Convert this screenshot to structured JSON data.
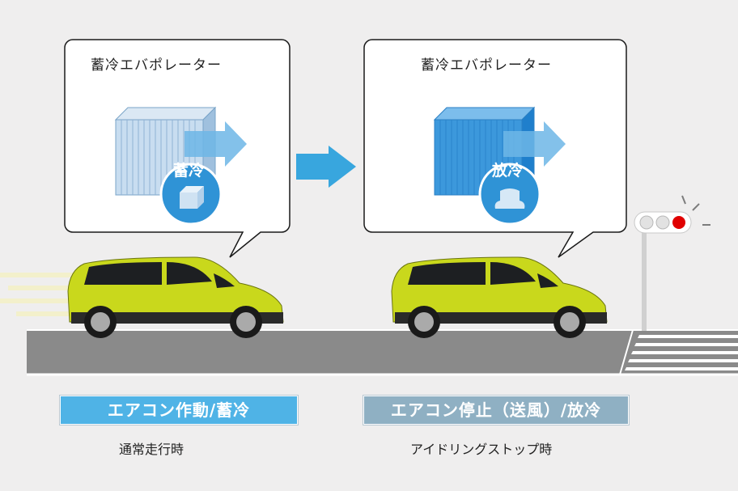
{
  "panels": [
    {
      "title": "蓄冷エバポレーター",
      "badge": "蓄冷",
      "mode_label": "エアコン作動/蓄冷",
      "caption": "通常走行時",
      "colors": {
        "mode_bg": "#4fb3e6",
        "evap": "#b8d6ee"
      }
    },
    {
      "title": "蓄冷エバポレーター",
      "badge": "放冷",
      "mode_label": "エアコン停止（送風）/放冷",
      "caption": "アイドリングストップ時",
      "colors": {
        "mode_bg": "#8fb0c3",
        "evap": "#3c98dc"
      }
    }
  ],
  "colors": {
    "background": "#efeeee",
    "car_body": "#c9d81c",
    "road": "#8a8a8a",
    "arrow": "#38a6de",
    "signal_red": "#e00000"
  }
}
